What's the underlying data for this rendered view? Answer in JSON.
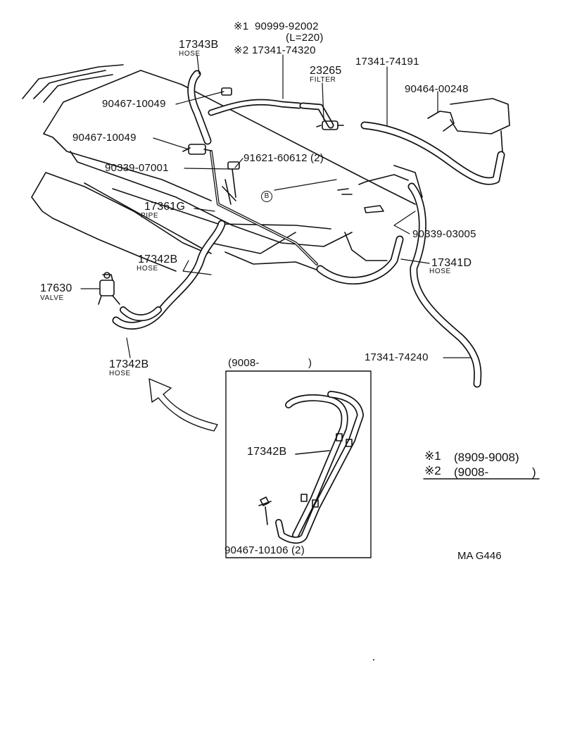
{
  "labels": {
    "m1_num": "90999-92002",
    "m1_len": "(L=220)",
    "m2_num": "17341-74320",
    "p17343b": "17343B",
    "p17343b_sub": "HOSE",
    "p23265": "23265",
    "p23265_sub": "FILTER",
    "p17341_74191": "17341-74191",
    "p90464": "90464-00248",
    "p90467_a": "90467-10049",
    "p90467_b": "90467-10049",
    "p91621": "91621-60612 (2)",
    "p90339_07001": "90339-07001",
    "circle_b": "B",
    "p17361g": "17361G",
    "p17361g_sub": "PIPE",
    "p90339_03005": "90339-03005",
    "p17342b_a": "17342B",
    "p17342b_a_sub": "HOSE",
    "p17341d": "17341D",
    "p17341d_sub": "HOSE",
    "p17630": "17630",
    "p17630_sub": "VALVE",
    "p17342b_b": "17342B",
    "p17342b_b_sub": "HOSE",
    "p17341_74240": "17341-74240",
    "inset_title": "(9008-",
    "inset_title_close": ")",
    "inset_17342b": "17342B",
    "inset_90467": "90467-10106 (2)"
  },
  "marks": {
    "m1": "※1",
    "m2": "※2"
  },
  "legend": {
    "row1_mark": "※1",
    "row1_text": "(8909-9008)",
    "row2_mark": "※2",
    "row2_text": "(9008-",
    "row2_close": ")"
  },
  "ref_code": "MA G446"
}
